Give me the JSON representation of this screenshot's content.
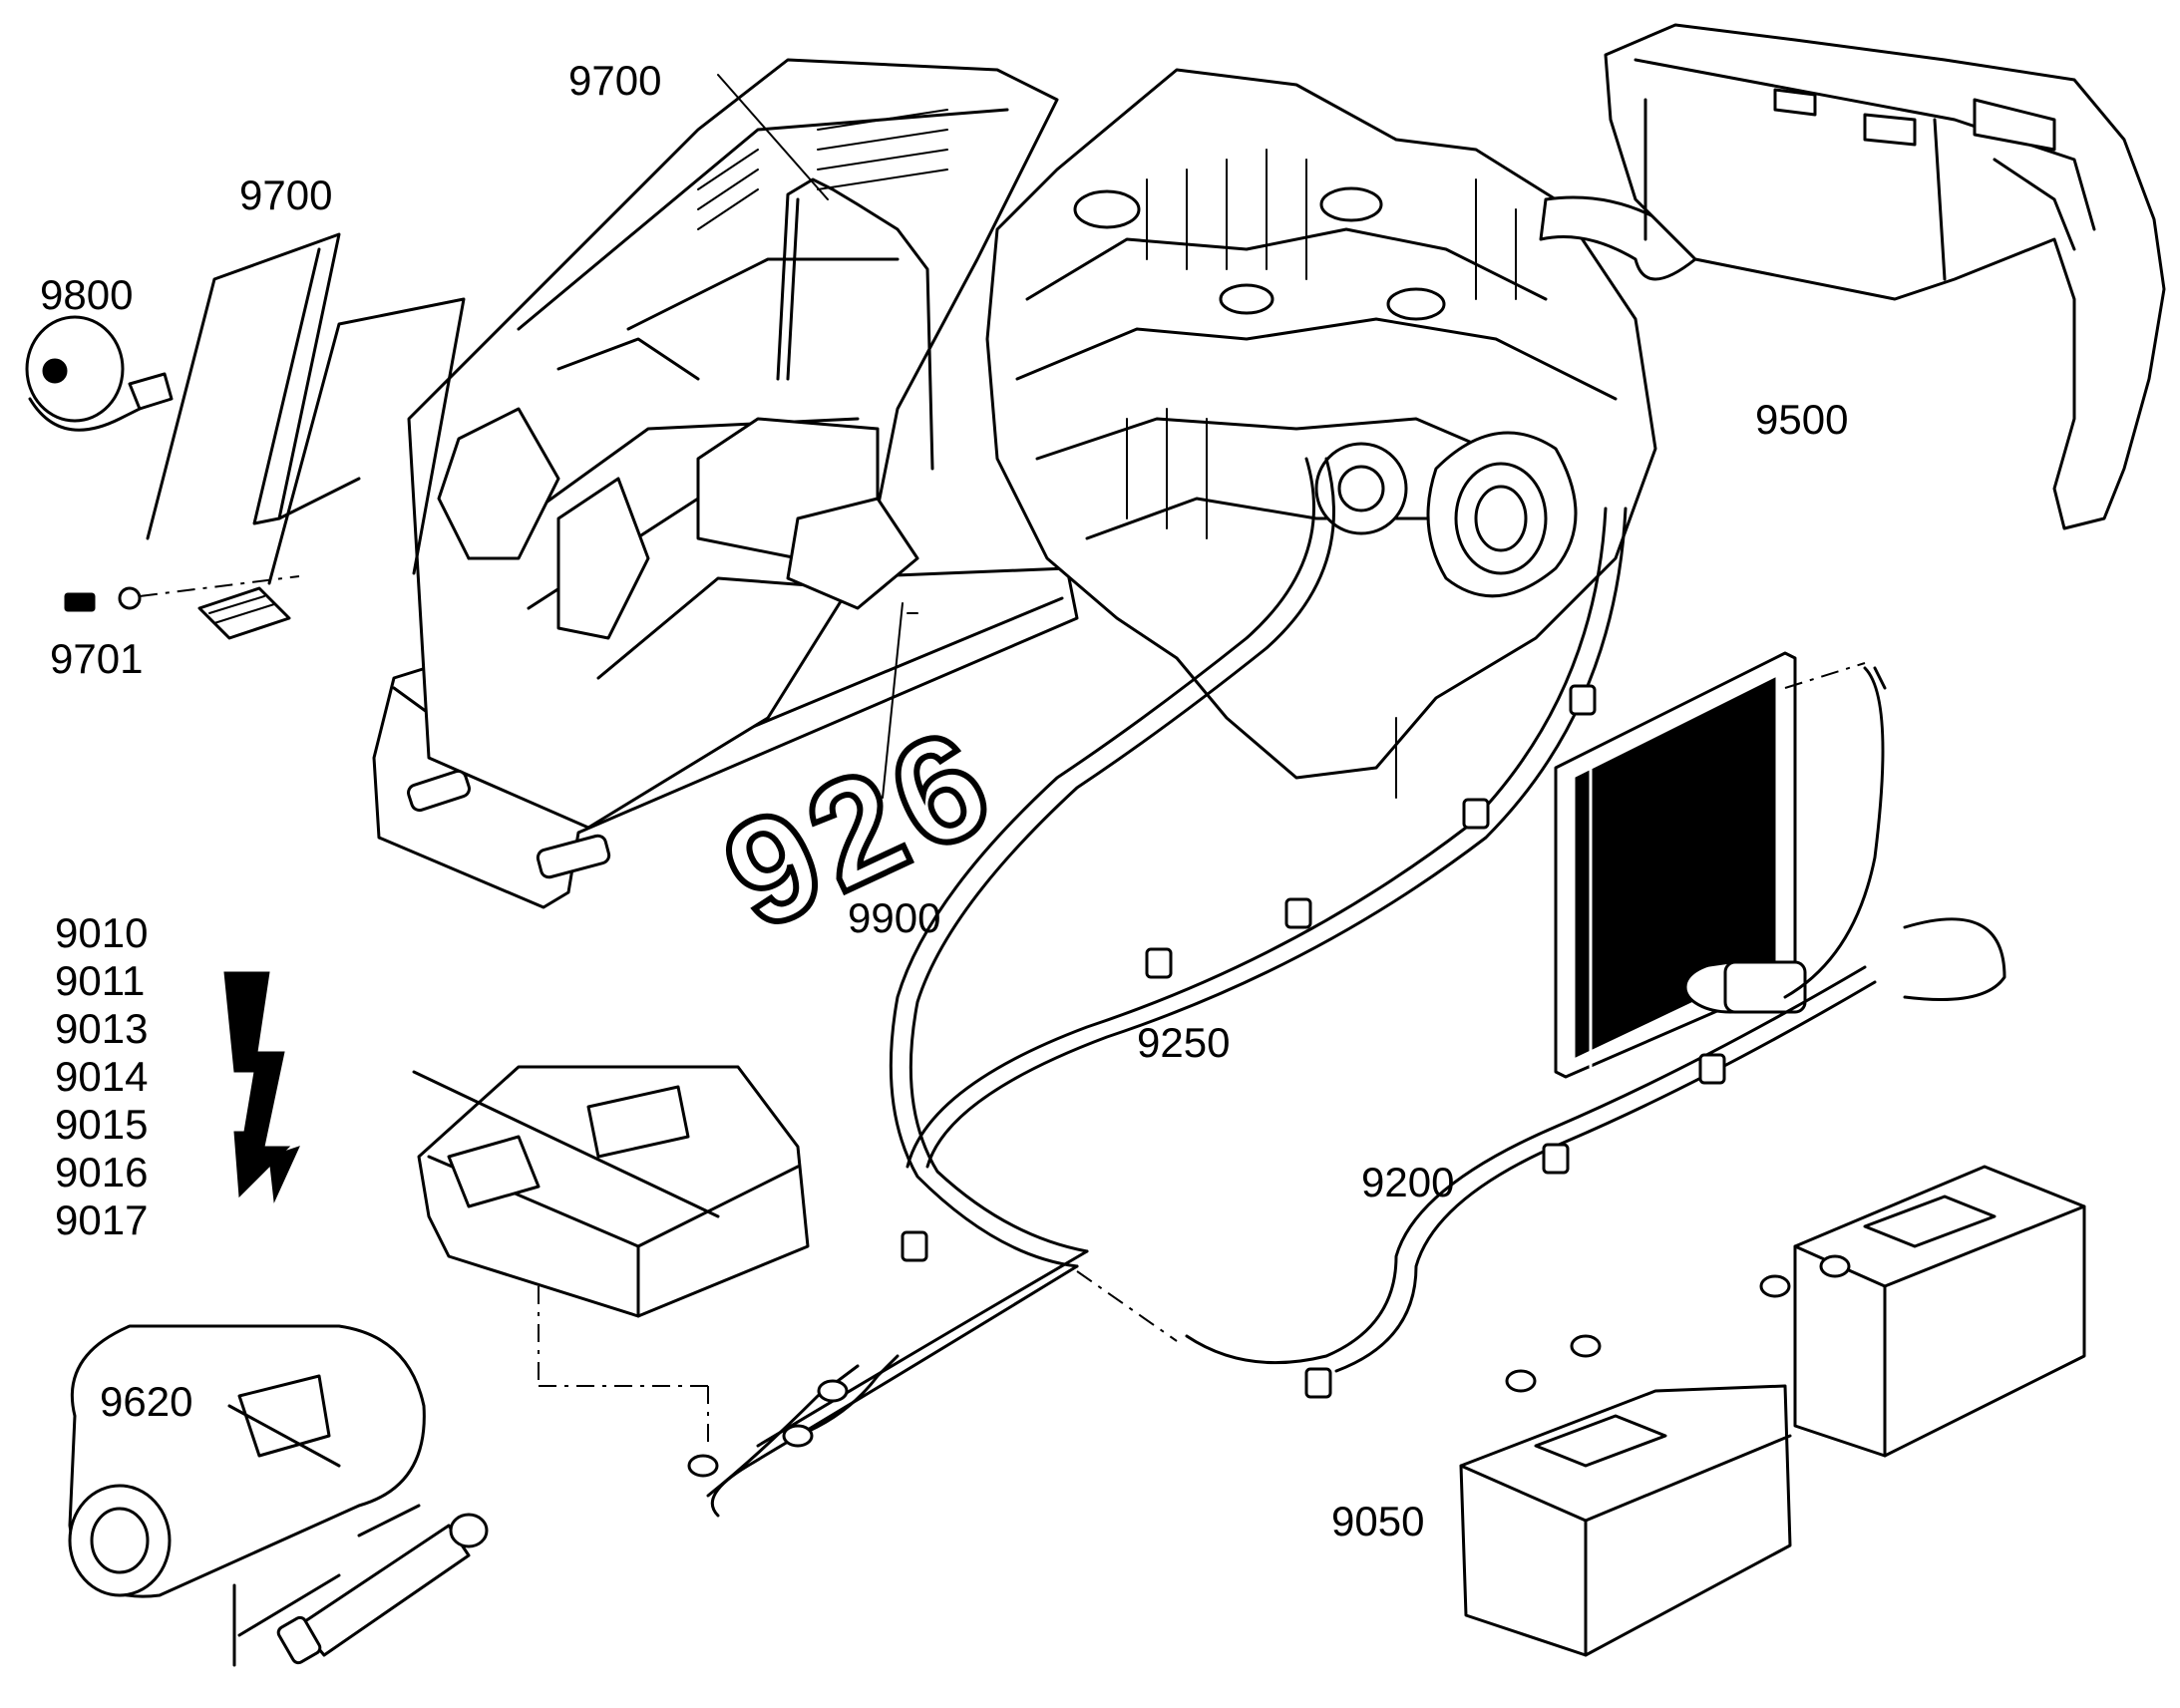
{
  "diagram": {
    "part_labels": {
      "p9700_top": "9700",
      "p9700_left": "9700",
      "p9800": "9800",
      "p9701": "9701",
      "p9500": "9500",
      "p9900": "9900",
      "p9250": "9250",
      "p9200": "9200",
      "p9050": "9050",
      "p9620": "9620",
      "p9010": "9010",
      "p9011": "9011",
      "p9013": "9013",
      "p9014": "9014",
      "p9015": "9015",
      "p9016": "9016",
      "p9017": "9017"
    },
    "model_badge": "926"
  }
}
